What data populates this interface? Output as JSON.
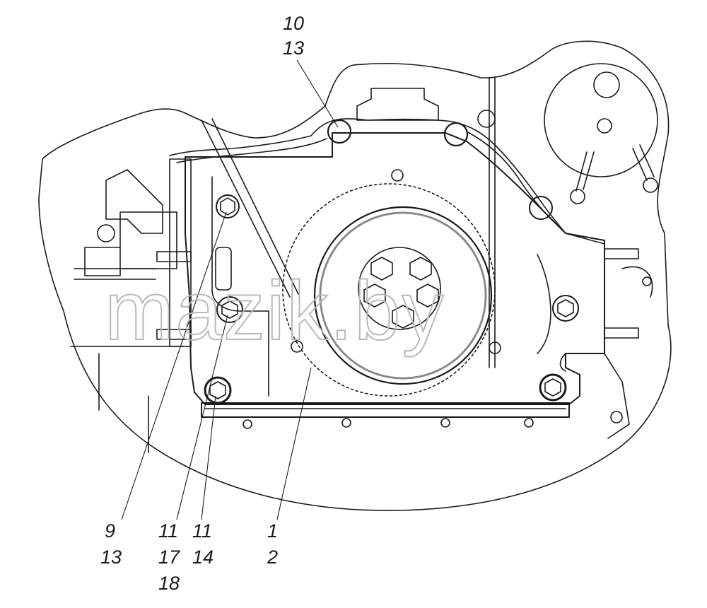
{
  "callouts": {
    "c1": [
      "10",
      "13"
    ],
    "c2": [
      "9",
      "13"
    ],
    "c3": [
      "11",
      "17",
      "18"
    ],
    "c4": [
      "11",
      "14"
    ],
    "c5": [
      "1",
      "2"
    ]
  },
  "watermark": "mazik.by"
}
